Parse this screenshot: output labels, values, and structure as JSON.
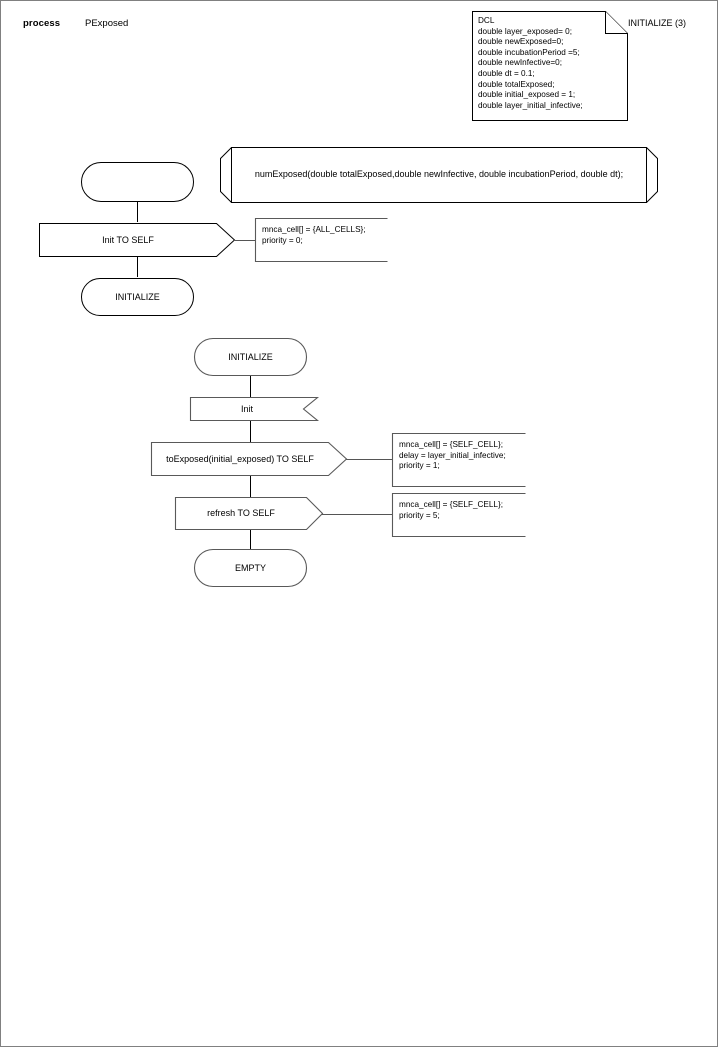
{
  "page": {
    "header_keyword": "process",
    "header_name": "PExposed",
    "page_reference": "INITIALIZE (3)"
  },
  "declaration_block": {
    "name": "dcl-block",
    "text": "DCL\ndouble layer_exposed= 0;\ndouble newExposed=0;\ndouble incubationPeriod =5;\ndouble newInfective=0;\ndouble dt = 0.1;\ndouble totalExposed;\ndouble initial_exposed = 1;\ndouble layer_initial_infective;"
  },
  "procedure_declaration": {
    "name": "numExposed",
    "signature": "numExposed(double totalExposed,double newInfective, double incubationPeriod, double dt);"
  },
  "flow_one": {
    "start_state": {
      "label": ""
    },
    "output_init": {
      "label": "Init TO SELF"
    },
    "comment_init": {
      "text": "mnca_cell[] = {ALL_CELLS};\npriority = 0;"
    },
    "next_state": {
      "label": "INITIALIZE"
    }
  },
  "flow_two": {
    "state": {
      "label": "INITIALIZE"
    },
    "input_init": {
      "label": "Init"
    },
    "output_toexposed": {
      "label": "toExposed(initial_exposed) TO SELF"
    },
    "comment_toexposed": {
      "text": "mnca_cell[] = {SELF_CELL};\ndelay = layer_initial_infective;\npriority = 1;"
    },
    "output_refresh": {
      "label": "refresh TO SELF"
    },
    "comment_refresh": {
      "text": "mnca_cell[] = {SELF_CELL};\npriority = 5;"
    },
    "end_state": {
      "label": "EMPTY"
    }
  },
  "colors": {
    "stroke": "#000000",
    "stroke_soft": "#595959",
    "page_border": "#808080",
    "background": "#ffffff"
  }
}
